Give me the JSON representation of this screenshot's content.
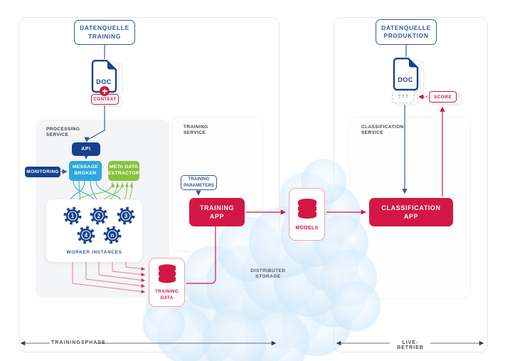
{
  "sources": {
    "training": "DATENQUELLE\nTRAINING",
    "production": "DATENQUELLE\nPRODUKTION"
  },
  "doc": {
    "label": "DOC"
  },
  "context_label": "CONTEXT",
  "score_label": "SCORE",
  "unknown_label": "???",
  "panels": {
    "processing": "PROCESSING\nSERVICE",
    "training": "TRAINING\nSERVICE",
    "classification": "CLASSIFICATION\nSERVICE"
  },
  "nodes": {
    "api": "API",
    "message_broker": "MESSAGE\nBROKER",
    "meta_extractor": "META DATA\nEXTRACTOR",
    "monitoring": "MONITORING",
    "training_parameters": "TRAINING\nPARAMETERS",
    "training_app": "TRAINING\nAPP",
    "classification_app": "CLASSIFICATION\nAPP",
    "models": "MODELS",
    "training_data": "TRAINING\nDATA"
  },
  "workers": {
    "label": "WORKER INSTANCES",
    "instances": [
      "1",
      "2",
      "3",
      "4",
      "n"
    ]
  },
  "storage_label": "DISTRIBUTED\nSTORAGE",
  "phases": {
    "training": "TRAININGSPHASE",
    "live": "LIVE-BETRIEB"
  },
  "colors": {
    "navy": "#17418f",
    "blue": "#36599f",
    "light_blue": "#2da7e0",
    "green": "#88c23e",
    "crimson": "#d31744",
    "cloud": "#bddff5"
  }
}
